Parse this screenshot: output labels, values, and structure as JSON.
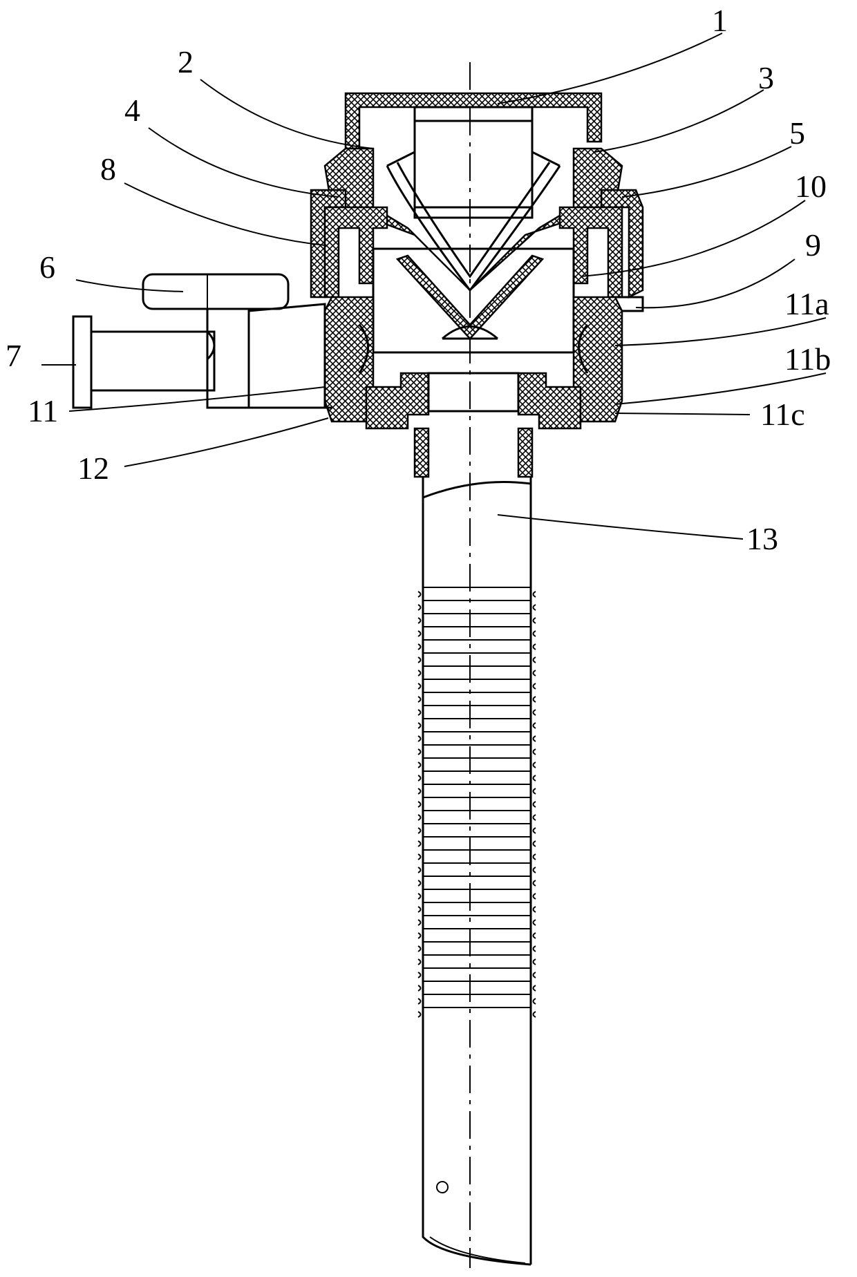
{
  "labels": {
    "l1": "1",
    "l2": "2",
    "l3": "3",
    "l4": "4",
    "l5": "5",
    "l6": "6",
    "l7": "7",
    "l8": "8",
    "l9": "9",
    "l10": "10",
    "l11": "11",
    "l11a": "11a",
    "l11b": "11b",
    "l11c": "11c",
    "l12": "12",
    "l13": "13"
  }
}
